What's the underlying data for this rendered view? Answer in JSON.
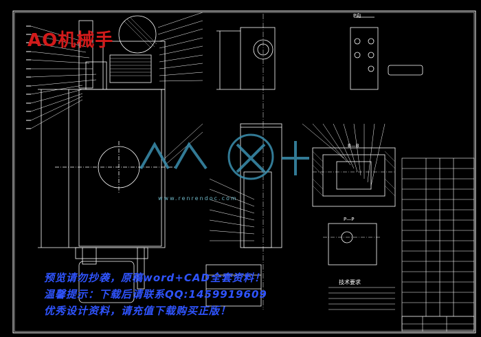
{
  "drawing": {
    "watermark_title": "AO机械手",
    "website": "www.renrendoc.com",
    "tech_req_title": "技术要求",
    "section_labels": {
      "b_b": "B—B",
      "p_p": "P—P",
      "p_view": "P向"
    },
    "colors": {
      "background": "#000000",
      "lines": "#ffffff",
      "watermark_red": "#d21a1a",
      "promo_blue": "#2f54ff",
      "logo_teal": "#3b90b0"
    }
  },
  "promo": {
    "line1": "预览请勿抄袭，原稿word+CAD全套资料！",
    "line2": "温馨提示：下载后请联系QQ:1459919609",
    "line3": "优秀设计资料，请充值下载购买正版！"
  }
}
